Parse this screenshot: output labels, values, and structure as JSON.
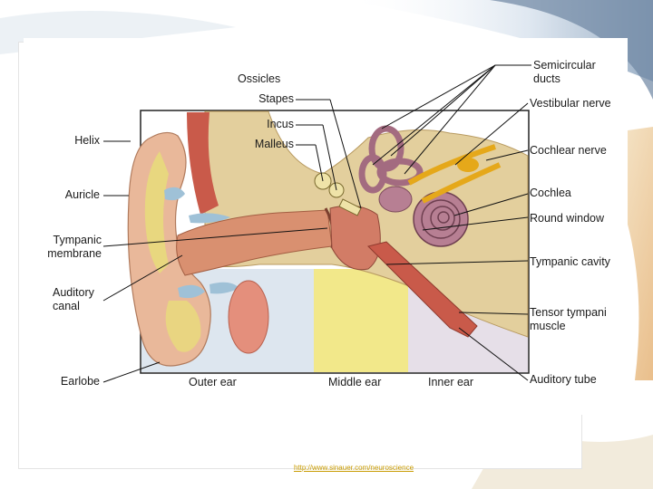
{
  "diagram": {
    "labels_left": {
      "helix": "Helix",
      "auricle": "Auricle",
      "tympanic_membrane": "Tympanic\nmembrane",
      "auditory_canal": "Auditory\ncanal",
      "earlobe": "Earlobe"
    },
    "labels_top": {
      "ossicles": "Ossicles",
      "stapes": "Stapes",
      "incus": "Incus",
      "malleus": "Malleus"
    },
    "labels_right": {
      "semicircular_ducts": "Semicircular\nducts",
      "vestibular_nerve": "Vestibular nerve",
      "cochlear_nerve": "Cochlear nerve",
      "cochlea": "Cochlea",
      "round_window": "Round window",
      "tympanic_cavity": "Tympanic cavity",
      "tensor_tympani": "Tensor tympani\nmuscle",
      "auditory_tube": "Auditory tube"
    },
    "region_labels": {
      "outer_ear": "Outer ear",
      "middle_ear": "Middle ear",
      "inner_ear": "Inner ear"
    },
    "colors": {
      "skin": "#e9b89a",
      "muscle": "#c95a4a",
      "bone": "#e3cf9d",
      "cartilage": "#e8dc7a",
      "middle_ear_zone": "#f2e88a",
      "outer_ear_zone": "#dde6ef",
      "inner_ear_zone": "#e6dfe8",
      "cochlea": "#b77f93",
      "nerve": "#e5a81a"
    }
  },
  "caption": "http://www.sinauer.com/neuroscience"
}
